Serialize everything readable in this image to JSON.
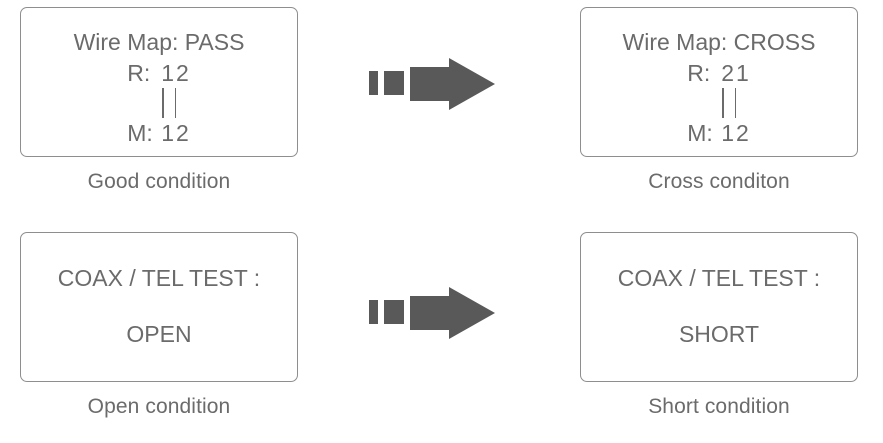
{
  "figure": {
    "title": "Cable tester wire map and coax/tel test conditions",
    "text_color": "#6b6b6b",
    "border_color": "#8e8e8e",
    "arrow_color": "#595959",
    "background": "#ffffff"
  },
  "panels": [
    {
      "id": "good",
      "type": "wire-map",
      "screen": {
        "title": "Wire Map: PASS",
        "remote_label": "R:",
        "remote_value": "12",
        "main_label": "M:",
        "main_value": "12",
        "link_count": 2
      },
      "caption": "Good condition"
    },
    {
      "id": "cross",
      "type": "wire-map",
      "screen": {
        "title": "Wire Map: CROSS",
        "remote_label": "R:",
        "remote_value": "21",
        "main_label": "M:",
        "main_value": "12",
        "link_count": 2
      },
      "caption": "Cross conditon"
    },
    {
      "id": "open",
      "type": "coax-tel",
      "screen": {
        "title": "COAX / TEL TEST :",
        "status": "OPEN"
      },
      "caption": "Open condition"
    },
    {
      "id": "short",
      "type": "coax-tel",
      "screen": {
        "title": "COAX / TEL TEST :",
        "status": "SHORT"
      },
      "caption": "Short condition"
    }
  ],
  "arrows": [
    {
      "id": "arrow-top",
      "direction": "right",
      "style": "segmented"
    },
    {
      "id": "arrow-bottom",
      "direction": "right",
      "style": "segmented"
    }
  ]
}
